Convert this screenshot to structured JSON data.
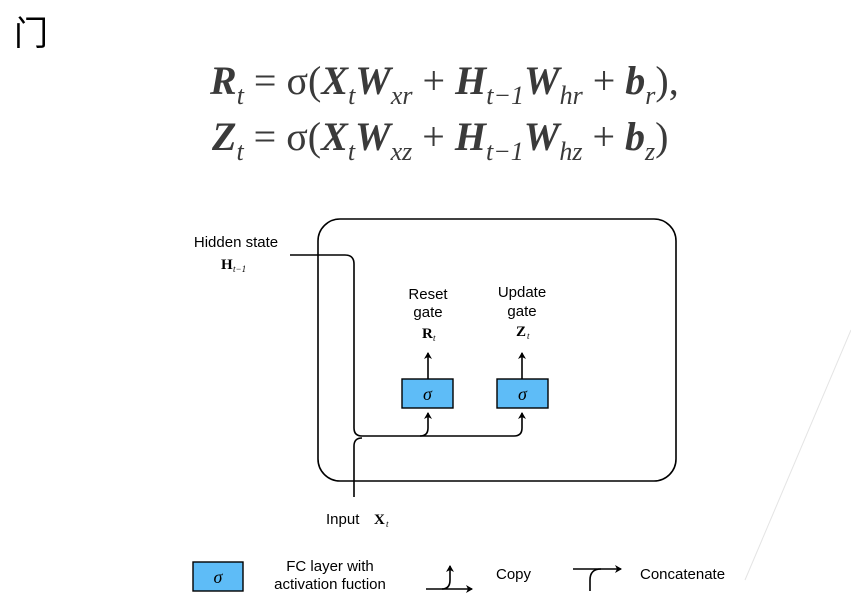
{
  "title": "门",
  "equations": {
    "reset": {
      "lhs": "R",
      "lhs_sub": "t",
      "eq": " = σ(",
      "x": "X",
      "x_sub": "t",
      "w1": "W",
      "w1_sub": "xr",
      "plus1": " + ",
      "h": "H",
      "h_sub": "t−1",
      "w2": "W",
      "w2_sub": "hr",
      "plus2": " + ",
      "b": "b",
      "b_sub": "r",
      "close": "),"
    },
    "update": {
      "lhs": "Z",
      "lhs_sub": "t",
      "eq": " = σ(",
      "x": "X",
      "x_sub": "t",
      "w1": "W",
      "w1_sub": "xz",
      "plus1": " + ",
      "h": "H",
      "h_sub": "t−1",
      "w2": "W",
      "w2_sub": "hz",
      "plus2": " + ",
      "b": "b",
      "b_sub": "z",
      "close": ")"
    }
  },
  "diagram": {
    "hidden_state": {
      "label": "Hidden state",
      "symbol": "H",
      "sub": "t−1"
    },
    "reset_gate": {
      "line1": "Reset",
      "line2": "gate",
      "symbol": "R",
      "sub": "t",
      "unit": "σ"
    },
    "update_gate": {
      "line1": "Update",
      "line2": "gate",
      "symbol": "Z",
      "sub": "t",
      "unit": "σ"
    },
    "input": {
      "label": "Input",
      "symbol": "X",
      "sub": "t"
    },
    "colors": {
      "fc_fill": "#5ebcf7",
      "line": "#000000"
    }
  },
  "legend": {
    "fc": {
      "symbol": "σ",
      "line1": "FC layer with",
      "line2": "activation fuction"
    },
    "copy": {
      "label": "Copy"
    },
    "concat": {
      "label": "Concatenate"
    }
  }
}
